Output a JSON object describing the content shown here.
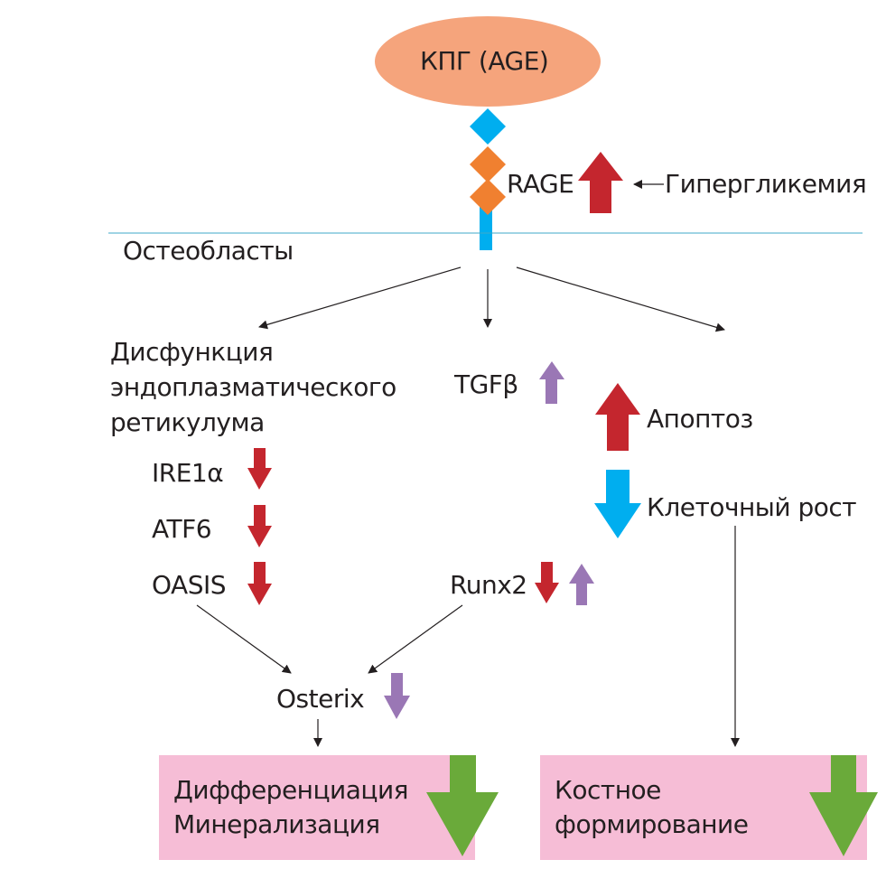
{
  "age_label": "КПГ (AGE)",
  "rage_label": "RAGE",
  "hyperglycemia_label": "Гипергликемия",
  "osteoblasts_label": "Остеобласты",
  "er_dysfunction_lines": [
    "Дисфункция",
    "эндоплазматического",
    "ретикулума"
  ],
  "tgfb_label": "TGFβ",
  "apoptosis_label": "Апоптоз",
  "cell_growth_label": "Клеточный рост",
  "ire1a_label": "IRE1α",
  "atf6_label": "ATF6",
  "oasis_label": "OASIS",
  "runx2_label": "Runx2",
  "osterix_label": "Osterix",
  "outcome_left_lines": [
    "Дифференциация",
    "Минерализация"
  ],
  "outcome_right_lines": [
    "Костное",
    "формирование"
  ],
  "colors": {
    "up_red": "#c4262e",
    "down_red": "#c4262e",
    "purple": "#9a77b5",
    "blue": "#00aeef",
    "orange": "#f08030",
    "ellipse": "#f5a47c",
    "green": "#6aaa3a",
    "pink": "#f6bdd6",
    "membrane": "#3fa9c9"
  }
}
